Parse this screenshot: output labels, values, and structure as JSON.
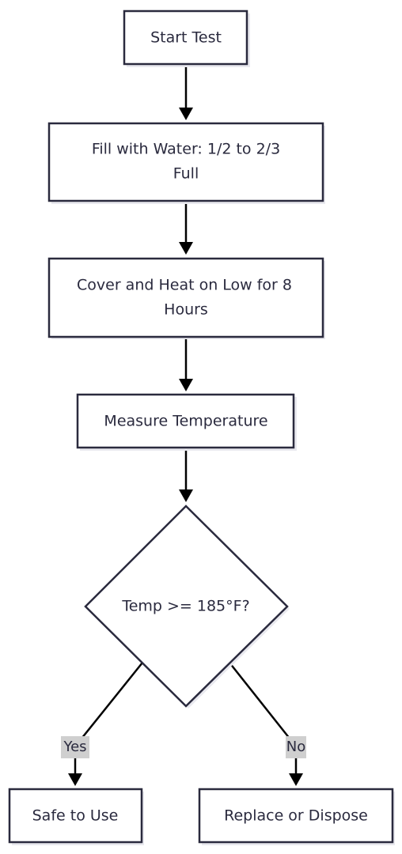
{
  "diagram": {
    "nodes": {
      "start": {
        "line1": "Start Test"
      },
      "fill": {
        "line1": "Fill with Water: 1/2 to 2/3",
        "line2": "Full"
      },
      "heat": {
        "line1": "Cover and Heat on Low for 8",
        "line2": "Hours"
      },
      "measure": {
        "line1": "Measure Temperature"
      },
      "decision": {
        "line1": "Temp >= 185°F?"
      },
      "safe": {
        "line1": "Safe to Use"
      },
      "replace": {
        "line1": "Replace or Dispose"
      }
    },
    "edges": {
      "yes_label": "Yes",
      "no_label": "No"
    }
  }
}
